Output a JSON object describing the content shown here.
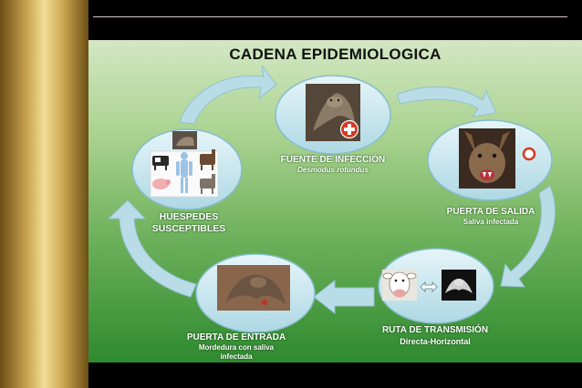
{
  "title": "CADENA EPIDEMIOLOGICA",
  "nodes": {
    "fuente": {
      "label": "FUENTE DE INFECCIÓN",
      "sublabel": "Desmodus rotundus"
    },
    "salida": {
      "label": "PUERTA DE SALIDA",
      "sublabel": "Saliva infectada"
    },
    "ruta": {
      "label": "RUTA DE TRANSMISIÓN",
      "sublabel": "Directa-Horizontal"
    },
    "entrada": {
      "label": "PUERTA DE ENTRADA",
      "sublabel_1": "Mordedura con saliva",
      "sublabel_2": "infectada"
    },
    "huespedes": {
      "label_1": "HUESPEDES",
      "label_2": "SUSCEPTIBLES"
    }
  },
  "colors": {
    "ellipse_fill": "#c7e6ef",
    "ellipse_stroke": "#86bccd",
    "arrow_fill": "#b9dce6",
    "slide_top": "#d3e7c3",
    "slide_bottom": "#2f8a2f",
    "marker_red": "#d53a24"
  },
  "icons": [
    "bat-photo",
    "red-cross-icon",
    "bat-face-photo",
    "red-circle-icon",
    "cow-icon",
    "double-arrow-icon",
    "bat-icon",
    "animals-collage"
  ]
}
